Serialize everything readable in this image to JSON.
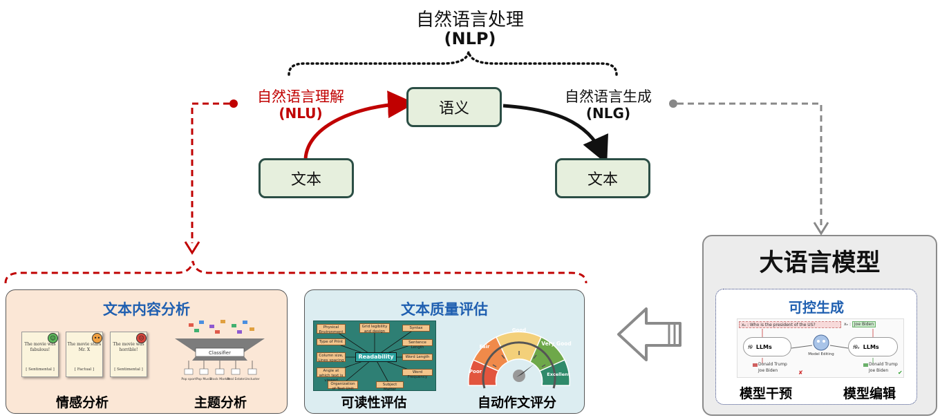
{
  "nlp": {
    "title": "自然语言处理",
    "abbr": "(NLP)"
  },
  "nlu": {
    "title": "自然语言理解",
    "abbr": "(NLU)"
  },
  "nlg": {
    "title": "自然语言生成",
    "abbr": "(NLG)"
  },
  "nodes": {
    "semantics": "语义",
    "text_left": "文本",
    "text_right": "文本"
  },
  "llm": {
    "title": "大语言模型",
    "sub_title": "可控生成",
    "question_label": "xₑ :",
    "question": "Who is the president of the US?",
    "answer_label": "xₑ :",
    "answer": "Joe Biden",
    "left_model": "LLMs",
    "right_model": "LLMs",
    "left_fn": "fθ",
    "right_fn": "fθₑ",
    "editing_label": "Model Editing",
    "opt_trump_left": "Donald Trump",
    "opt_biden_left": "Joe Biden",
    "opt_trump_right": "Donald Trump",
    "opt_biden_right": "Joe Biden",
    "label_intervene": "模型干预",
    "label_edit": "模型编辑",
    "colors": {
      "panel_bg": "#ececec",
      "accent": "#1f5fb0"
    }
  },
  "content_analysis": {
    "title": "文本内容分析",
    "sheets": [
      {
        "text": "The movie was fabulous!",
        "tag": "[ Sentimental ]",
        "face": "☺",
        "face_color": "#5cb85c"
      },
      {
        "text": "The movie stars Mr. X",
        "tag": "[ Factual ]",
        "face": "••",
        "face_color": "#f0a040"
      },
      {
        "text": "The movie was horrible!",
        "tag": "[ Sentimental ]",
        "face": "☹",
        "face_color": "#d9453c"
      }
    ],
    "classifier": "Classifier",
    "topics": [
      "Pop sport",
      "Pop Music",
      "Stock Market",
      "Real Estate",
      "Uncluster"
    ],
    "label_sentiment": "情感分析",
    "label_topic": "主题分析",
    "colors": {
      "panel_bg": "#fbe7d6"
    }
  },
  "quality": {
    "title": "文本质量评估",
    "center": "Readability",
    "nodes": [
      "Physical Environment",
      "Grid legibility and design",
      "Syntax",
      "Type of Print",
      "Sentence Length",
      "Column size, Lines spacing",
      "Word Length",
      "Angle at which text is viewed",
      "Word Frequency",
      "Organization of Text Unit",
      "Subject Matter"
    ],
    "gauge": [
      "Poor",
      "Fair",
      "Good",
      "Very Good",
      "Excellent"
    ],
    "label_readability": "可读性评估",
    "label_essay": "自动作文评分",
    "colors": {
      "panel_bg": "#dcedf1",
      "diagram_bg": "#2e7f74"
    }
  },
  "colors": {
    "nlu_red": "#c00000",
    "nlg_dark": "#111111",
    "dash_gray": "#888888",
    "node_fill": "#e6efdd",
    "node_border": "#2b4e45"
  }
}
